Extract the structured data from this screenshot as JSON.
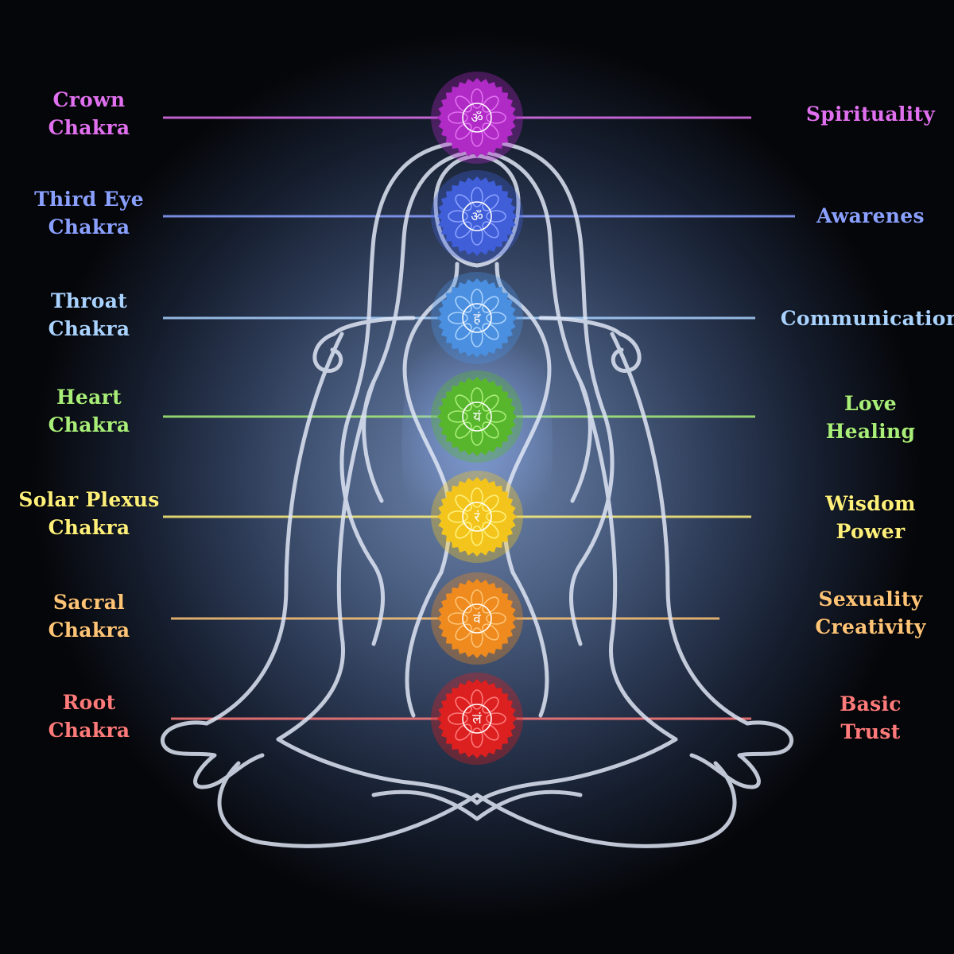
{
  "chakras": [
    {
      "key": "crown",
      "name_lines": [
        "Crown",
        "Chakra"
      ],
      "meaning_lines": [
        "Spirituality"
      ],
      "color": "#b02ac6",
      "light": "#e070ef",
      "symbol": "ॐ"
    },
    {
      "key": "third-eye",
      "name_lines": [
        "Third Eye",
        "Chakra"
      ],
      "meaning_lines": [
        "Awarenes"
      ],
      "color": "#3f5ed8",
      "light": "#8aa0ff",
      "symbol": "ॐ"
    },
    {
      "key": "throat",
      "name_lines": [
        "Throat",
        "Chakra"
      ],
      "meaning_lines": [
        "Communication"
      ],
      "color": "#4a8fe0",
      "light": "#a9d2ff",
      "symbol": "हं"
    },
    {
      "key": "heart",
      "name_lines": [
        "Heart",
        "Chakra"
      ],
      "meaning_lines": [
        "Love",
        "Healing"
      ],
      "color": "#58b62c",
      "light": "#a8ee78",
      "symbol": "यं"
    },
    {
      "key": "solar-plexus",
      "name_lines": [
        "Solar Plexus",
        "Chakra"
      ],
      "meaning_lines": [
        "Wisdom",
        "Power"
      ],
      "color": "#f3c51c",
      "light": "#fff07a",
      "symbol": "रं"
    },
    {
      "key": "sacral",
      "name_lines": [
        "Sacral",
        "Chakra"
      ],
      "meaning_lines": [
        "Sexuality",
        "Creativity"
      ],
      "color": "#ee8a1e",
      "light": "#ffc476",
      "symbol": "वं"
    },
    {
      "key": "root",
      "name_lines": [
        "Root",
        "Chakra"
      ],
      "meaning_lines": [
        "Basic",
        "Trust"
      ],
      "color": "#dc1f1f",
      "light": "#ff7a7a",
      "symbol": "लं"
    }
  ],
  "figure_color": "#dfe6f5"
}
